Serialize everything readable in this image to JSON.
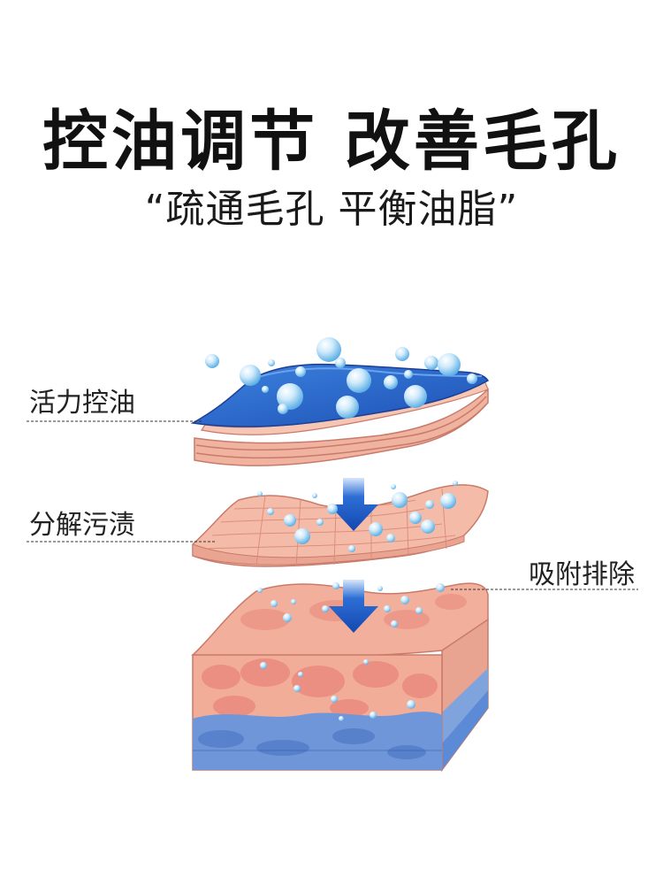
{
  "header": {
    "title": "控油调节 改善毛孔",
    "subtitle": "“疏通毛孔 平衡油脂”"
  },
  "diagram": {
    "labels": {
      "top_layer": "活力控油",
      "middle_layer": "分解污渍",
      "bottom_layer": "吸附排除"
    },
    "colors": {
      "skin": "#f3b9a3",
      "skin_dark": "#e8897a",
      "blue_layer": "#2f6fd0",
      "bubble": "#9fd3f5",
      "arrow": "#1a56c4",
      "deep_layer": "#6f96d8"
    }
  }
}
